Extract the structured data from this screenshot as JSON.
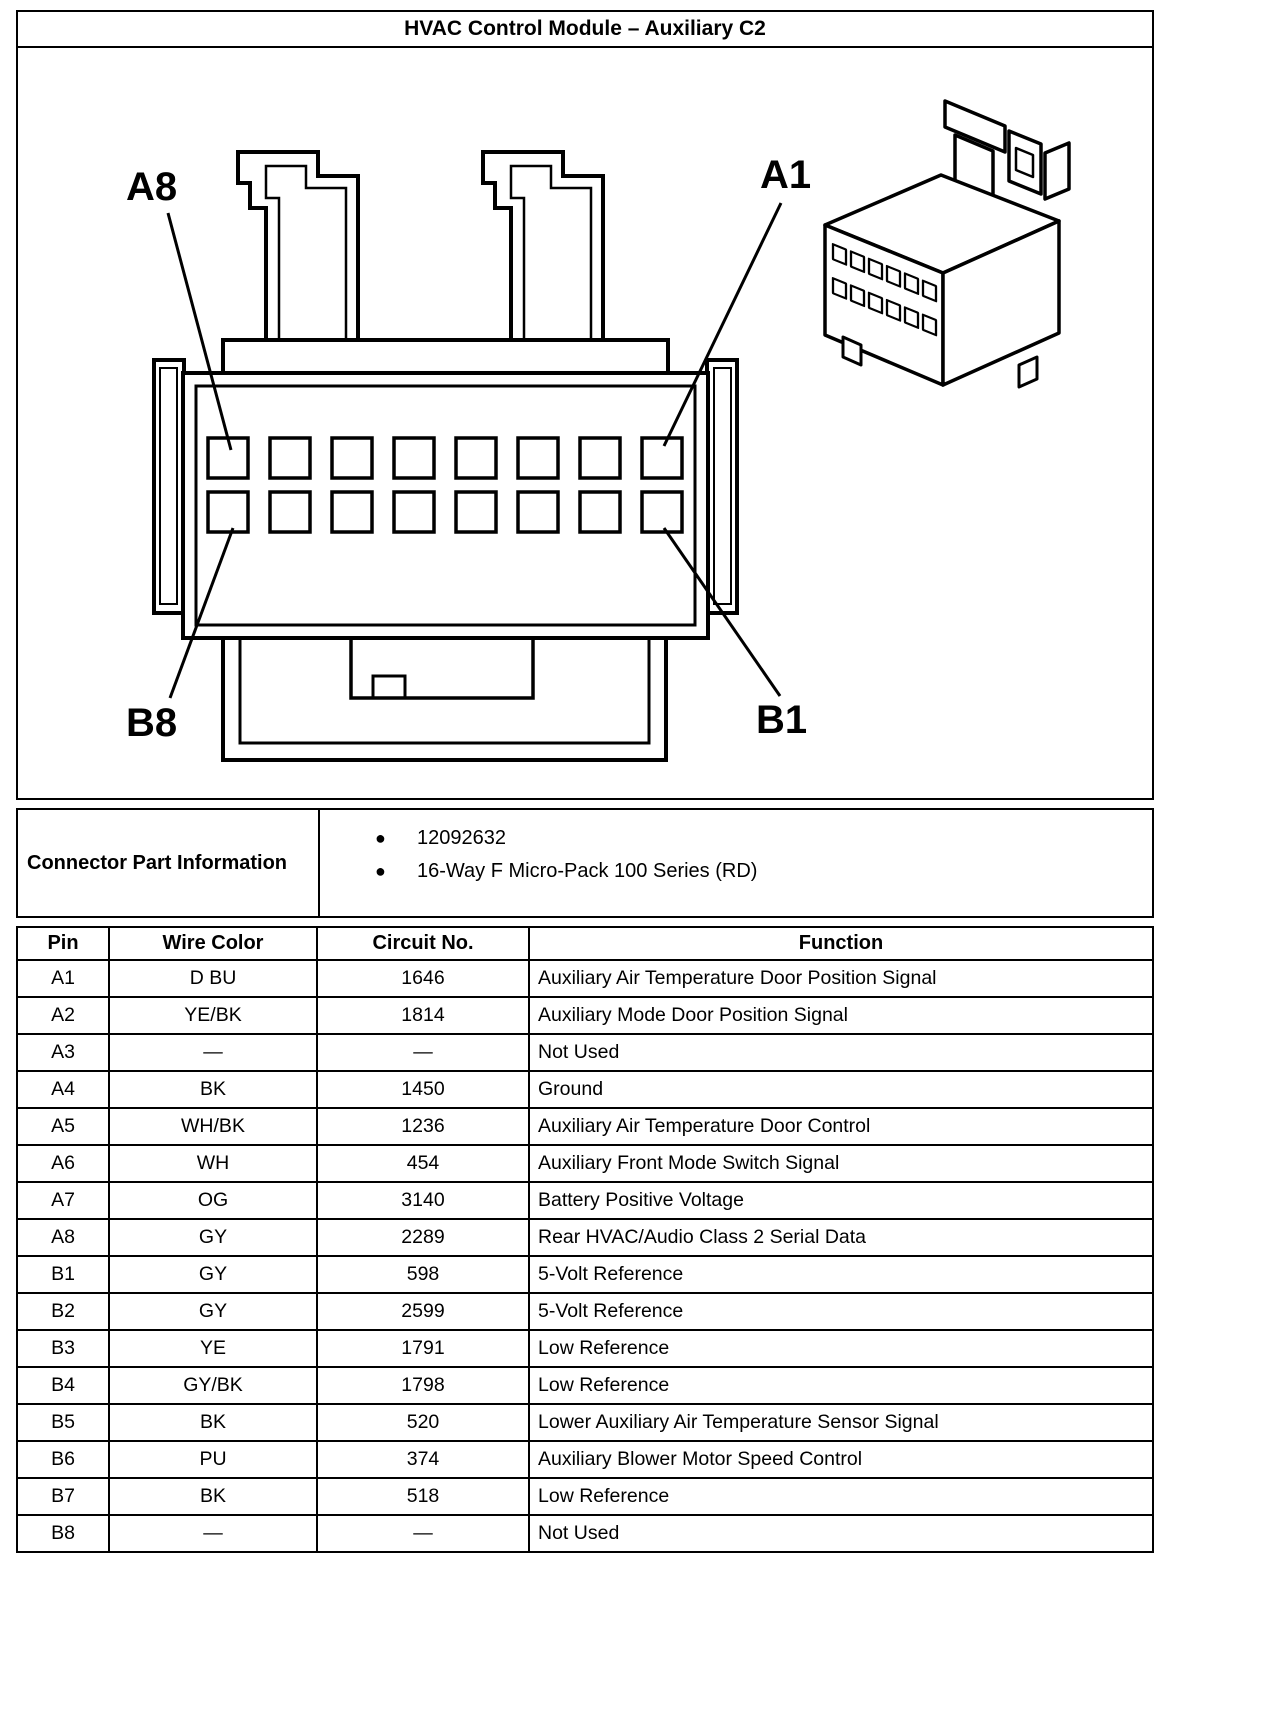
{
  "title": "HVAC Control Module – Auxiliary C2",
  "diagram": {
    "labels": {
      "a8": "A8",
      "a1": "A1",
      "b8": "B8",
      "b1": "B1"
    }
  },
  "part_info": {
    "label": "Connector Part Information",
    "items": [
      "12092632",
      "16-Way F Micro-Pack 100 Series (RD)"
    ],
    "bullet": "●"
  },
  "table": {
    "headers": [
      "Pin",
      "Wire Color",
      "Circuit No.",
      "Function"
    ],
    "rows": [
      {
        "pin": "A1",
        "color": "D BU",
        "circuit": "1646",
        "func": "Auxiliary Air Temperature Door Position Signal"
      },
      {
        "pin": "A2",
        "color": "YE/BK",
        "circuit": "1814",
        "func": "Auxiliary Mode Door Position Signal"
      },
      {
        "pin": "A3",
        "color": "—",
        "circuit": "—",
        "func": "Not Used"
      },
      {
        "pin": "A4",
        "color": "BK",
        "circuit": "1450",
        "func": "Ground"
      },
      {
        "pin": "A5",
        "color": "WH/BK",
        "circuit": "1236",
        "func": "Auxiliary Air Temperature Door Control"
      },
      {
        "pin": "A6",
        "color": "WH",
        "circuit": "454",
        "func": "Auxiliary Front Mode Switch Signal"
      },
      {
        "pin": "A7",
        "color": "OG",
        "circuit": "3140",
        "func": "Battery Positive Voltage"
      },
      {
        "pin": "A8",
        "color": "GY",
        "circuit": "2289",
        "func": "Rear HVAC/Audio Class 2 Serial Data"
      },
      {
        "pin": "B1",
        "color": "GY",
        "circuit": "598",
        "func": "5-Volt Reference"
      },
      {
        "pin": "B2",
        "color": "GY",
        "circuit": "2599",
        "func": "5-Volt Reference"
      },
      {
        "pin": "B3",
        "color": "YE",
        "circuit": "1791",
        "func": "Low Reference"
      },
      {
        "pin": "B4",
        "color": "GY/BK",
        "circuit": "1798",
        "func": "Low Reference"
      },
      {
        "pin": "B5",
        "color": "BK",
        "circuit": "520",
        "func": "Lower Auxiliary Air Temperature Sensor Signal"
      },
      {
        "pin": "B6",
        "color": "PU",
        "circuit": "374",
        "func": "Auxiliary Blower Motor Speed Control"
      },
      {
        "pin": "B7",
        "color": "BK",
        "circuit": "518",
        "func": "Low Reference"
      },
      {
        "pin": "B8",
        "color": "—",
        "circuit": "—",
        "func": "Not Used"
      }
    ]
  }
}
